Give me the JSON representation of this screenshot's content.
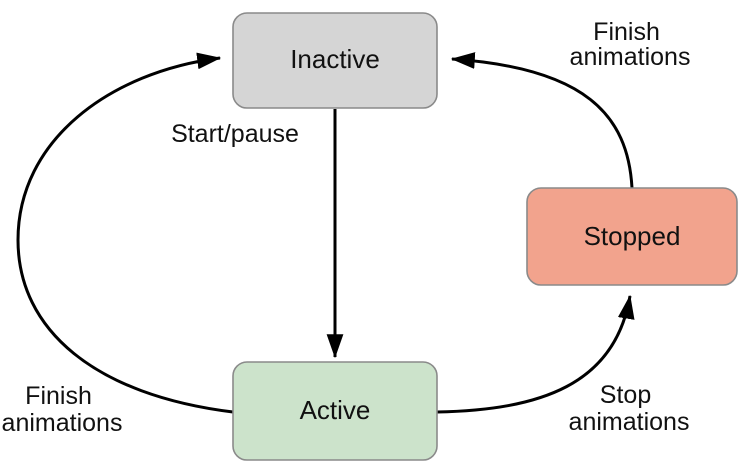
{
  "diagram": {
    "type": "state-machine",
    "background": "#ffffff",
    "arrow_color": "#000000",
    "text_color": "#111111",
    "nodes": [
      {
        "id": "inactive",
        "label": "Inactive",
        "fill": "#d5d5d5",
        "border": "#8a8a8a"
      },
      {
        "id": "active",
        "label": "Active",
        "fill": "#cce3cb",
        "border": "#8a8a8a"
      },
      {
        "id": "stopped",
        "label": "Stopped",
        "fill": "#f2a38d",
        "border": "#8a8a8a"
      }
    ],
    "edges": [
      {
        "from": "inactive",
        "to": "active",
        "label": "Start/pause",
        "label_lines": [
          "Start/pause"
        ]
      },
      {
        "from": "active",
        "to": "stopped",
        "label": "Stop animations",
        "label_lines": [
          "Stop",
          "animations"
        ]
      },
      {
        "from": "stopped",
        "to": "inactive",
        "label": "Finish animations",
        "label_lines": [
          "Finish",
          "animations"
        ]
      },
      {
        "from": "active",
        "to": "inactive",
        "label": "Finish animations",
        "label_lines": [
          "Finish",
          "animations"
        ]
      }
    ]
  }
}
